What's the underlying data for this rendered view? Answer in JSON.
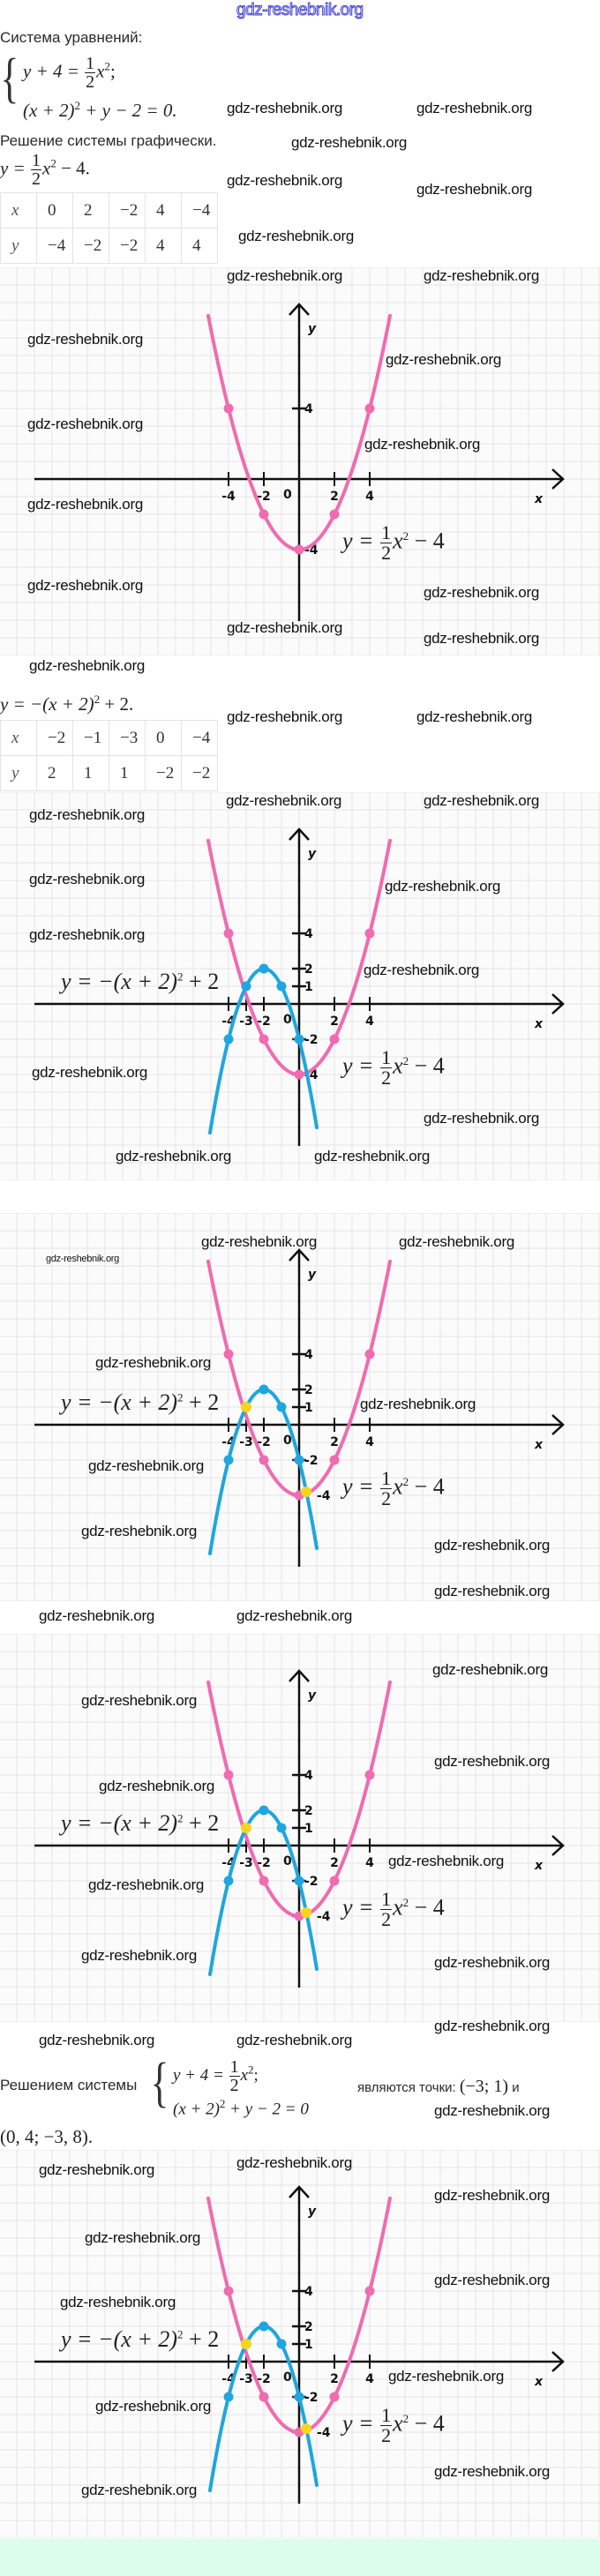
{
  "header_logo": "gdz-reshebnik.org",
  "watermark": "gdz-reshebnik.org",
  "intro": {
    "title": "Система уравнений:",
    "system": {
      "l1_lhs": "y + 4 =",
      "l1_num": "1",
      "l1_den": "2",
      "l1_var": "x",
      "l1_sup": "2",
      "l1_end": ";",
      "l2_a": "(x + 2)",
      "l2_sup": "2",
      "l2_b": "+ y − 2 = 0."
    },
    "graph_heading": "Решение системы графически."
  },
  "func1": {
    "lhs": "y =",
    "num": "1",
    "den": "2",
    "var": "x",
    "sup": "2",
    "tail": "− 4.",
    "table": {
      "x_label": "x",
      "y_label": "y",
      "x": [
        "0",
        "2",
        "−2",
        "4",
        "−4"
      ],
      "y": [
        "−4",
        "−2",
        "−2",
        "4",
        "4"
      ]
    }
  },
  "func2": {
    "text_a": "y = −(x + 2)",
    "sup": "2",
    "text_b": "+ 2.",
    "table": {
      "x_label": "x",
      "y_label": "y",
      "x": [
        "−2",
        "−1",
        "−3",
        "0",
        "−4"
      ],
      "y": [
        "2",
        "1",
        "1",
        "−2",
        "−2"
      ]
    }
  },
  "graph_labels": {
    "x_axis": "x",
    "y_axis": "y",
    "origin": "0",
    "eq_pink": {
      "lhs": "y =",
      "num": "1",
      "den": "2",
      "var": "x",
      "sup": "2",
      "tail": "− 4"
    },
    "eq_blue": {
      "a": "y = −(x + 2)",
      "sup": "2",
      "b": "+ 2"
    }
  },
  "functions": {
    "pink": {
      "a": 0.5,
      "h": 0,
      "k": -4,
      "domain": [
        -5.15,
        5.15
      ],
      "color": "#f06bb0",
      "points": [
        [
          -4,
          4
        ],
        [
          -2,
          -2
        ],
        [
          0,
          -4
        ],
        [
          2,
          -2
        ],
        [
          4,
          4
        ]
      ]
    },
    "blue": {
      "a": -1,
      "h": -2,
      "k": 2,
      "domain": [
        -5.05,
        1.0
      ],
      "color": "#1fa6de",
      "points": [
        [
          -2,
          2
        ],
        [
          -1,
          1
        ],
        [
          -3,
          1
        ],
        [
          0,
          -2
        ],
        [
          -4,
          -2
        ]
      ]
    }
  },
  "intersection_color": "#f7d420",
  "graphs": [
    {
      "series": [
        "pink"
      ],
      "x_ticks": [
        "-4",
        "-2",
        "2",
        "4"
      ],
      "y_ticks": [
        "4",
        "-4"
      ],
      "intersections": []
    },
    {
      "series": [
        "pink",
        "blue"
      ],
      "x_ticks": [
        "-4",
        "-3",
        "-2",
        "2",
        "4"
      ],
      "y_ticks": [
        "4",
        "2",
        "1",
        "-2",
        "-4"
      ],
      "intersections": []
    },
    {
      "series": [
        "pink",
        "blue"
      ],
      "x_ticks": [
        "-4",
        "-3",
        "-2",
        "2",
        "4"
      ],
      "y_ticks": [
        "4",
        "2",
        "1",
        "-2",
        "-4"
      ],
      "intersections": [
        [
          -3,
          1
        ],
        [
          0.4,
          -3.8
        ]
      ]
    },
    {
      "series": [
        "pink",
        "blue"
      ],
      "x_ticks": [
        "-4",
        "-3",
        "-2",
        "2",
        "4"
      ],
      "y_ticks": [
        "4",
        "2",
        "1",
        "-2",
        "-4"
      ],
      "intersections": [
        [
          -3,
          1
        ],
        [
          0.4,
          -3.8
        ]
      ]
    },
    {
      "series": [
        "pink",
        "blue"
      ],
      "x_ticks": [
        "-4",
        "-3",
        "-2",
        "2",
        "4"
      ],
      "y_ticks": [
        "4",
        "2",
        "1",
        "-2",
        "-4"
      ],
      "intersections": [
        [
          -3,
          1
        ],
        [
          0.4,
          -3.8
        ]
      ]
    }
  ],
  "conclusion": {
    "prefix": "Решением системы",
    "l1_lhs": "y + 4 =",
    "l1_num": "1",
    "l1_den": "2",
    "l1_var": "x",
    "l1_sup": "2",
    "l1_end": ";",
    "l2_a": "(x + 2)",
    "l2_sup": "2",
    "l2_b": "+ y − 2 = 0",
    "middle": "являются точки:",
    "point1": "(−3; 1)",
    "and": "и",
    "point2": "(0, 4; −3, 8)."
  }
}
